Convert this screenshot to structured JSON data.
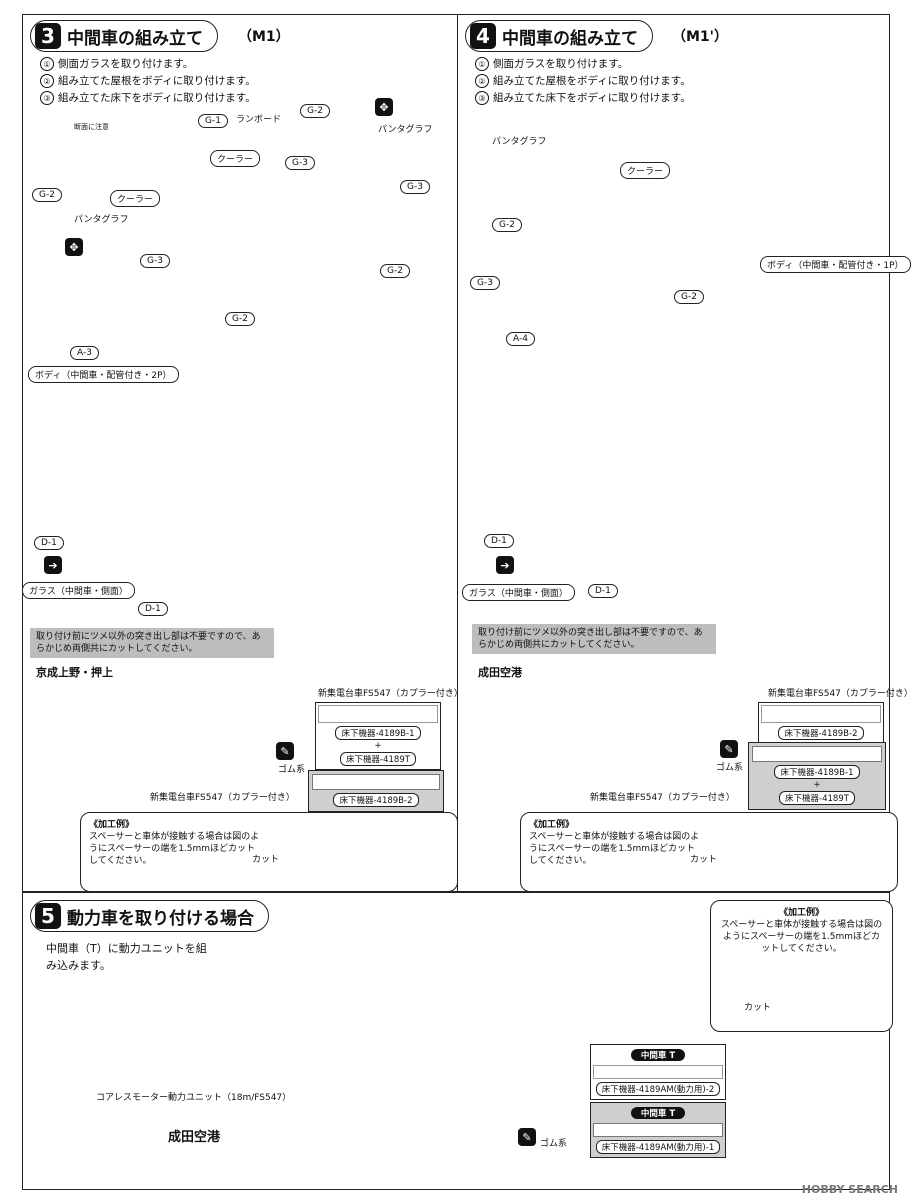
{
  "panel3": {
    "num": "3",
    "title": "中間車の組み立て",
    "sub": "（M1）",
    "steps": [
      "側面ガラスを取り付けます。",
      "組み立てた屋根をボディに取り付けます。",
      "組み立てた床下をボディに取り付けます。"
    ],
    "step_nums": [
      "①",
      "②",
      "③"
    ],
    "labels": {
      "danmen": "断面に注意",
      "g1": "G-1",
      "lanboard": "ランボード",
      "g2a": "G-2",
      "panta": "パンタグラフ",
      "cooler_a": "クーラー",
      "g3a": "G-3",
      "g3b": "G-3",
      "g2b": "G-2",
      "cooler_b": "クーラー",
      "g2c": "G-2",
      "panta_b": "パンタグラフ",
      "g3c": "G-3",
      "g2d": "G-2",
      "a3": "A-3",
      "body": "ボディ（中間車・配管付き・2P）",
      "d1a": "D-1",
      "glass": "ガラス（中間車・側面）",
      "d1b": "D-1"
    },
    "note": "取り付け前にツメ以外の突き出し部は不要ですので、あらかじめ両側共にカットしてください。",
    "dir": "京成上野・押上",
    "bogie_top": "新集電台車FS547（カプラー付き）",
    "box1": [
      "床下機器-4189B-1",
      "+",
      "床下機器-4189T"
    ],
    "box2": "床下機器-4189B-2",
    "rubber": "ゴム系",
    "bogie_bottom": "新集電台車FS547（カプラー付き）",
    "work_title": "《加工例》",
    "work_text": "スペーサーと車体が接触する場合は図のようにスペーサーの端を1.5mmほどカットしてください。",
    "cut": "カット"
  },
  "panel4": {
    "num": "4",
    "title": "中間車の組み立て",
    "sub": "（M1'）",
    "steps": [
      "側面ガラスを取り付けます。",
      "組み立てた屋根をボディに取り付けます。",
      "組み立てた床下をボディに取り付けます。"
    ],
    "step_nums": [
      "①",
      "②",
      "③"
    ],
    "labels": {
      "panta": "パンタグラフ",
      "cooler": "クーラー",
      "g2a": "G-2",
      "g3a": "G-3",
      "g2b": "G-2",
      "a4": "A-4",
      "body": "ボディ（中間車・配管付き・1P）",
      "d1a": "D-1",
      "glass": "ガラス（中間車・側面）",
      "d1b": "D-1"
    },
    "note": "取り付け前にツメ以外の突き出し部は不要ですので、あらかじめ両側共にカットしてください。",
    "dir": "成田空港",
    "bogie_top": "新集電台車FS547（カプラー付き）",
    "box1": "床下機器-4189B-2",
    "box2": [
      "床下機器-4189B-1",
      "+",
      "床下機器-4189T"
    ],
    "rubber": "ゴム系",
    "bogie_bottom": "新集電台車FS547（カプラー付き）",
    "work_title": "《加工例》",
    "work_text": "スペーサーと車体が接触する場合は図のようにスペーサーの端を1.5mmほどカットしてください。",
    "cut": "カット"
  },
  "panel5": {
    "num": "5",
    "title": "動力車を取り付ける場合",
    "desc": "中間車（T）に動力ユニットを組み込みます。",
    "work_title": "《加工例》",
    "work_text": "スペーサーと車体が接触する場合は図のようにスペーサーの端を1.5mmほどカットしてください。",
    "cut": "カット",
    "motor": "コアレスモーター動力ユニット（18m/FS547）",
    "dir": "成田空港",
    "box1_head": "中間車 T",
    "box1_part": "床下機器-4189AM(動力用)-2",
    "box2_head": "中間車 T",
    "box2_part": "床下機器-4189AM(動力用)-1",
    "rubber": "ゴム系"
  },
  "watermark": "HOBBY SEARCH"
}
